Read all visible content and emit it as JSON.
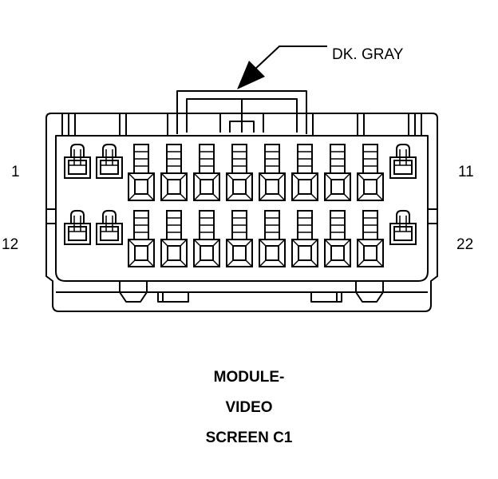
{
  "wire_label": "DK. GRAY",
  "pin_labels": {
    "top_left": "1",
    "top_right": "11",
    "bottom_left": "12",
    "bottom_right": "22"
  },
  "caption": {
    "line1": "MODULE-",
    "line2": "VIDEO",
    "line3": "SCREEN C1"
  },
  "cavities_per_row": 11,
  "rows": 2
}
